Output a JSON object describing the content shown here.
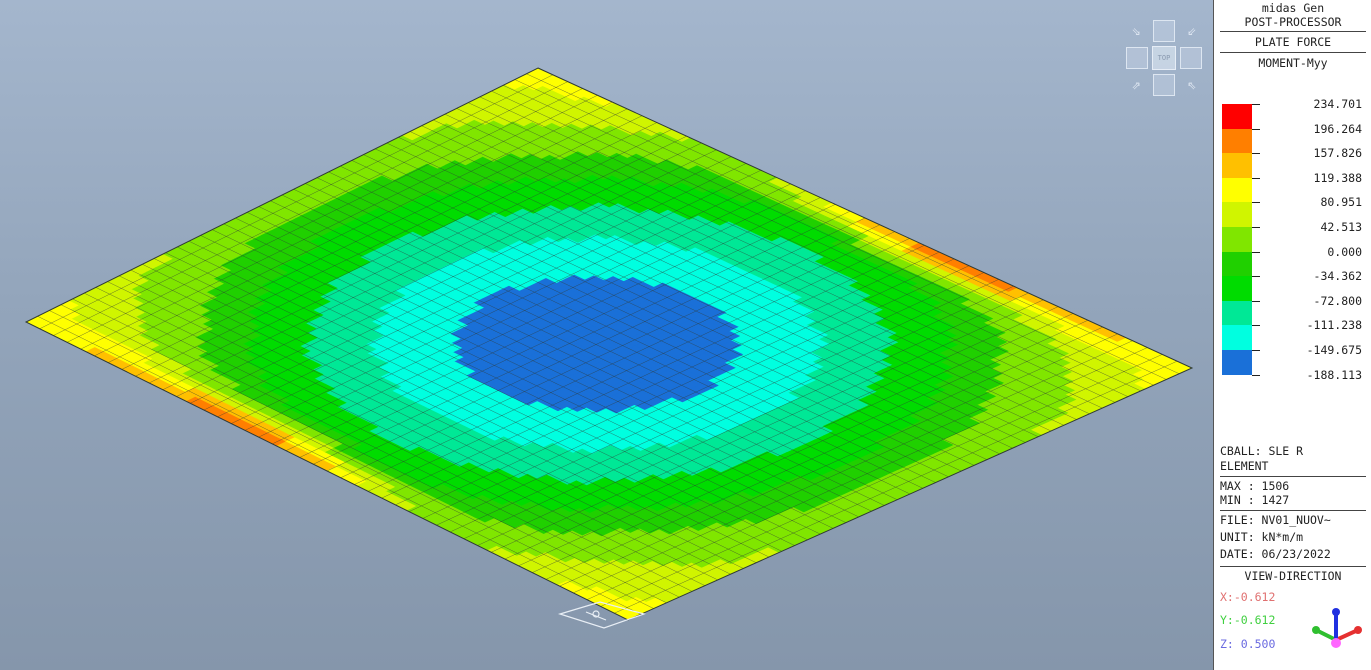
{
  "panel": {
    "app_name": "midas Gen",
    "module": "POST-PROCESSOR",
    "result_type": "PLATE FORCE",
    "component": "MOMENT-Myy",
    "legend": [
      {
        "value": "234.701",
        "color": "#ff0000"
      },
      {
        "value": "196.264",
        "color": "#ff7f00"
      },
      {
        "value": "157.826",
        "color": "#ffc000"
      },
      {
        "value": "119.388",
        "color": "#ffff00"
      },
      {
        "value": "80.951",
        "color": "#d0f500"
      },
      {
        "value": "42.513",
        "color": "#80e600"
      },
      {
        "value": "0.000",
        "color": "#20d000"
      },
      {
        "value": "-34.362",
        "color": "#00dc00"
      },
      {
        "value": "-72.800",
        "color": "#00e896"
      },
      {
        "value": "-111.238",
        "color": "#00ffe0"
      },
      {
        "value": "-149.675",
        "color": "#1a70d8"
      },
      {
        "value": "-188.113",
        "color": ""
      }
    ],
    "load_case": "CBALL: SLE R",
    "element_label": "ELEMENT",
    "max": "MAX : 1506",
    "min": "MIN : 1427",
    "file": "FILE: NV01_NUOV~",
    "unit": "UNIT: kN*m/m",
    "date": "DATE: 06/23/2022",
    "view_direction": "VIEW-DIRECTION",
    "vx": "X:-0.612",
    "vy": "Y:-0.612",
    "vz": "Z: 0.500"
  },
  "viewcube": {
    "top_label": "TOP"
  },
  "plot": {
    "corners": {
      "top": [
        538,
        68
      ],
      "right": [
        1192,
        368
      ],
      "bottom": [
        628,
        620
      ],
      "left": [
        26,
        322
      ]
    },
    "mesh_divisions": 44
  },
  "colors": {
    "mesh_line": "#2f3a35",
    "axis_x": "#e53030",
    "axis_y": "#2fbf2f",
    "axis_z": "#2030e0",
    "origin": "#ff66ff"
  }
}
